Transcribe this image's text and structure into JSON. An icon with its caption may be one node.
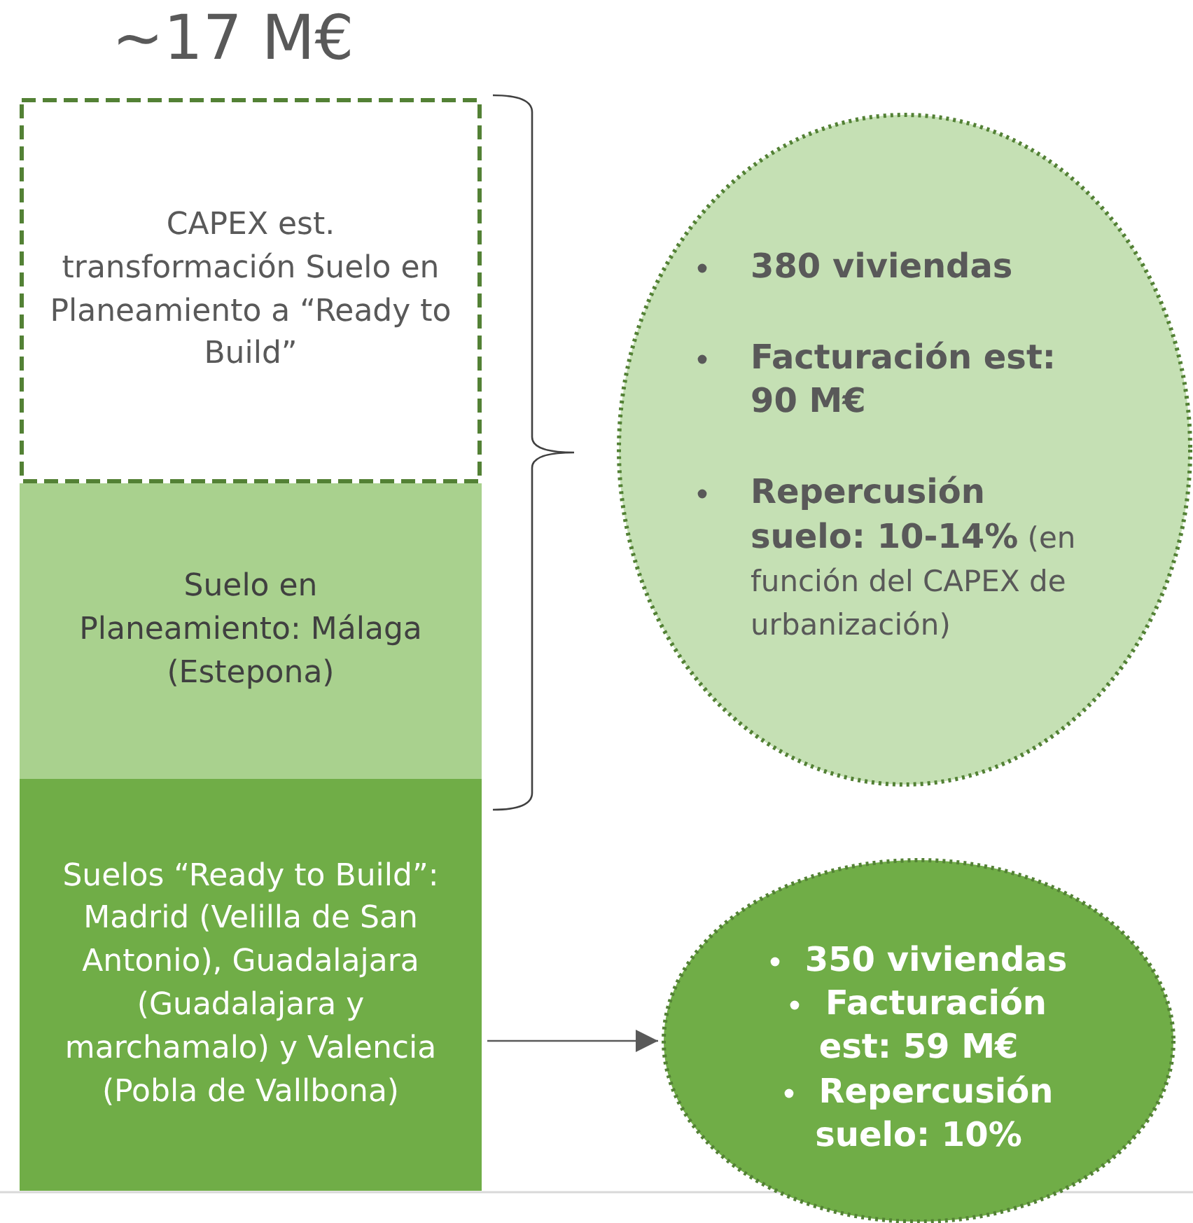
{
  "diagram": {
    "title": "~17 M€",
    "nodes": [
      {
        "text": [
          "CAPEX est. transformación Suelo en Planeamiento a “Ready to Build”"
        ]
      },
      {
        "text": [
          "Suelo en Planeamiento: Málaga (Estepona)"
        ]
      },
      {
        "text": [
          "Suelos “Ready to Build”: Madrid (Velilla de San Antonio), Guadalajara (Guadalajara y marchamalo) y Valencia (Pobla de Vallbona)"
        ]
      },
      {
        "text": [
          "380 viviendas",
          "Facturación est: 90 M€",
          "**Repercusión suelo: 10-14%** (en función del CAPEX de urbanización)"
        ]
      },
      {
        "text": [
          "350 viviendas",
          "Facturación est: 59 M€",
          "Repercusión suelo: 10%"
        ]
      }
    ],
    "edges": [
      {
        "from": 2,
        "to": 4,
        "arrow": "to"
      }
    ]
  }
}
